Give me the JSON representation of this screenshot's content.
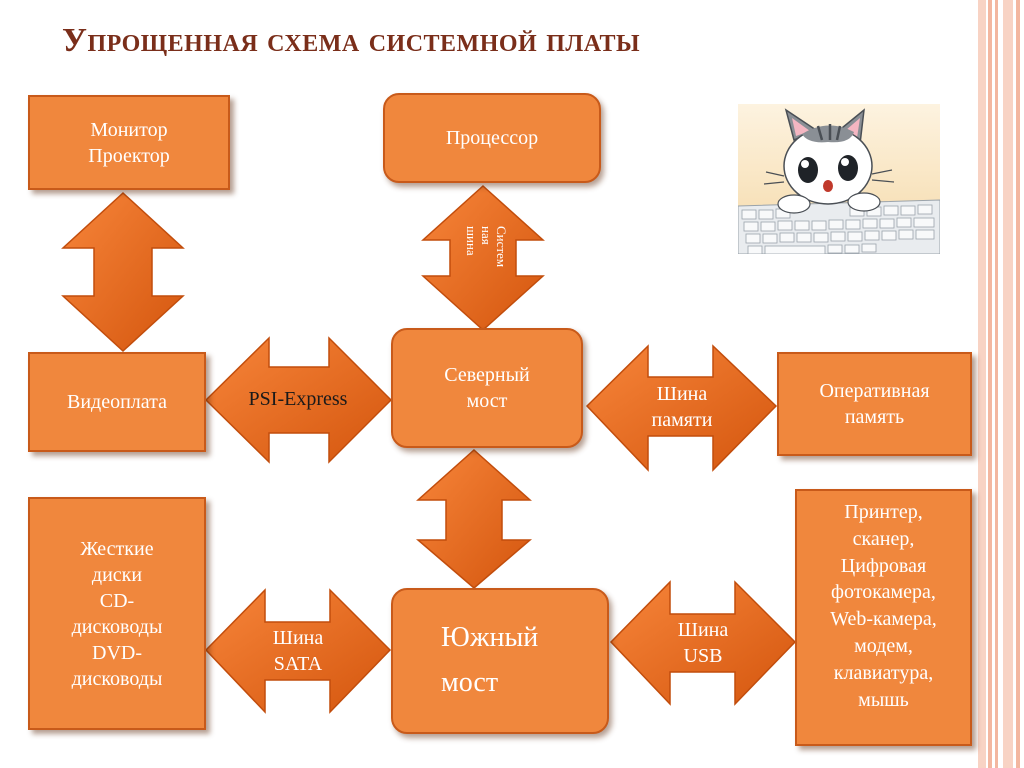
{
  "slide": {
    "title": "Упрощенная схема системной платы"
  },
  "blocks": {
    "monitor": {
      "line1": "Монитор",
      "line2": "Проектор"
    },
    "cpu": {
      "label": "Процессор"
    },
    "video": {
      "label": "Видеоплата"
    },
    "north": {
      "line1": "Северный",
      "line2": "мост"
    },
    "ram": {
      "line1": "Оперативная",
      "line2": "память"
    },
    "drives": {
      "line1": "Жесткие",
      "line2": "диски",
      "line3": "CD-",
      "line4": "дисководы",
      "line5": "DVD-",
      "line6": "дисководы"
    },
    "south": {
      "line1": "Южный",
      "line2": "мост"
    },
    "peripherals": {
      "line1": "Принтер,",
      "line2": "сканер,",
      "line3": "Цифровая",
      "line4": "фотокамера,",
      "line5": "Web-камера,",
      "line6": "модем,",
      "line7": "клавиатура,",
      "line8": "мышь"
    }
  },
  "buses": {
    "system": {
      "line1": "Систем",
      "line2": "ная",
      "line3": "шина"
    },
    "pci": {
      "label": "PSI-Express"
    },
    "memory": {
      "line1": "Шина",
      "line2": "памяти"
    },
    "sata": {
      "line1": "Шина",
      "line2": "SATA"
    },
    "usb": {
      "line1": "Шина",
      "line2": "USB"
    }
  },
  "colors": {
    "box_fill": "#f0873d",
    "box_border": "#c85a1a",
    "arrow_fill": "#ec6f1a",
    "title": "#7a2e1a",
    "frame_stripe": "#f3b7a0"
  },
  "illustration": {
    "icon": "cat-on-keyboard-image"
  }
}
